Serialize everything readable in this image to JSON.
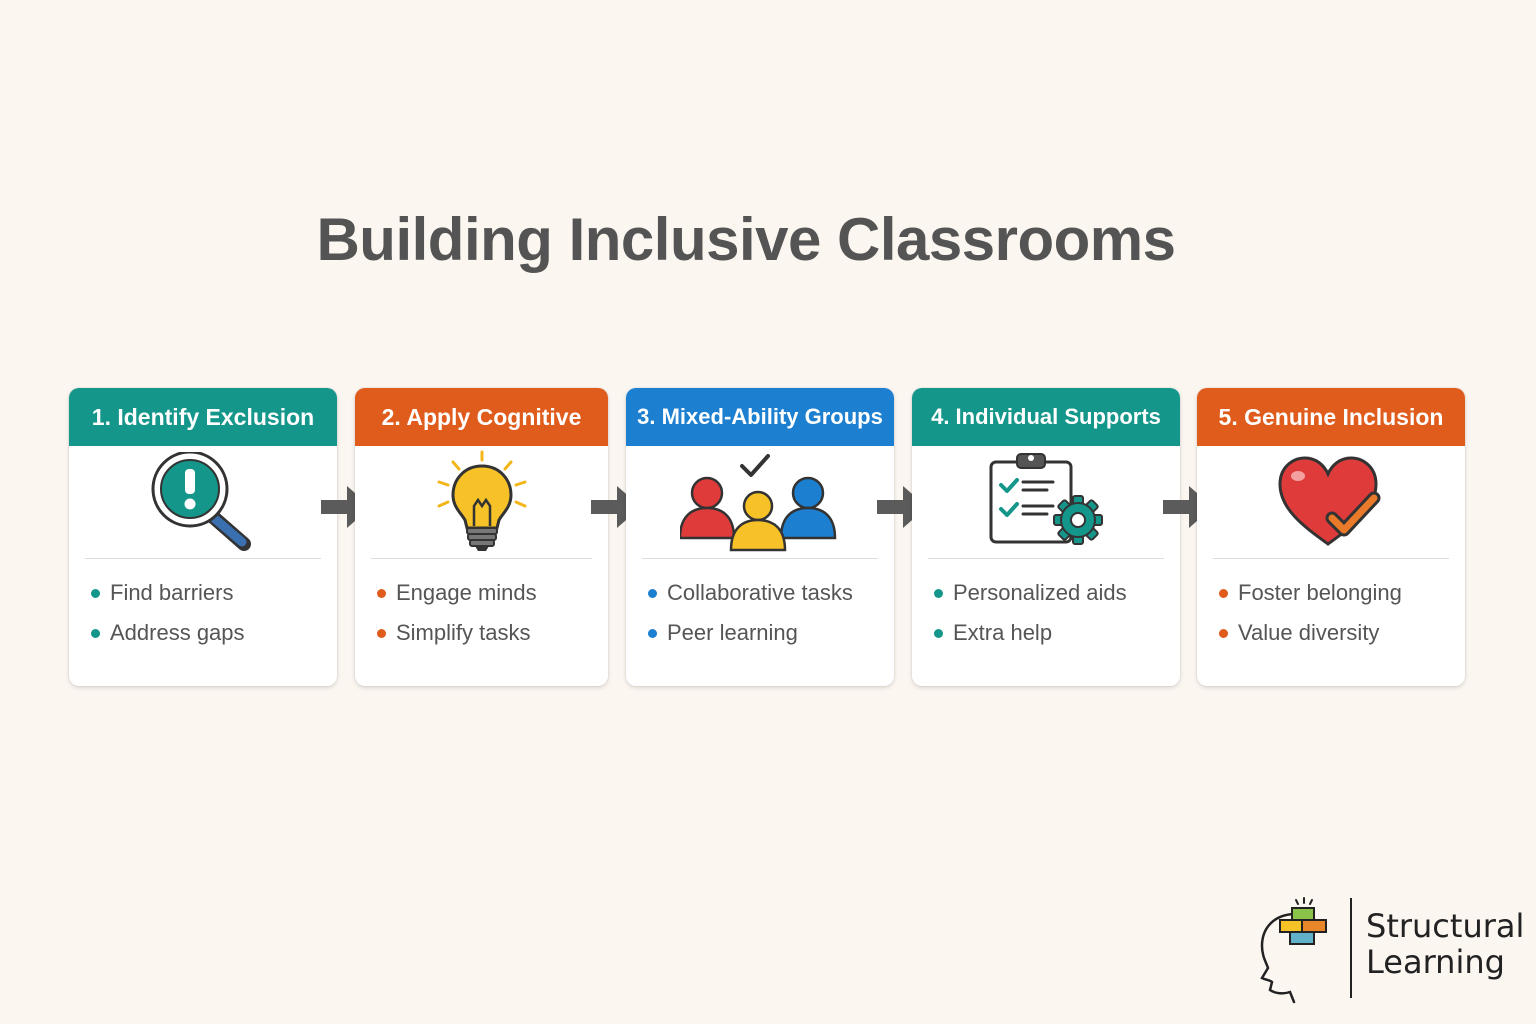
{
  "title": "Building Inclusive Classrooms",
  "colors": {
    "teal": "#14968a",
    "orange": "#e05c1c",
    "blue": "#1c7fd0",
    "arrow": "#5b5b5b"
  },
  "steps": [
    {
      "label": "1. Identify Exclusion",
      "color": "#14968a",
      "icon": "magnifier-exclamation-icon",
      "items": [
        "Find barriers",
        "Address gaps"
      ]
    },
    {
      "label": "2. Apply Cognitive",
      "color": "#e05c1c",
      "icon": "lightbulb-icon",
      "items": [
        "Engage minds",
        "Simplify tasks"
      ]
    },
    {
      "label": "3. Mixed-Ability Groups",
      "color": "#1c7fd0",
      "icon": "group-people-icon",
      "items": [
        "Collaborative tasks",
        "Peer learning"
      ]
    },
    {
      "label": "4. Individual Supports",
      "color": "#14968a",
      "icon": "checklist-gear-icon",
      "items": [
        "Personalized aids",
        "Extra help"
      ]
    },
    {
      "label": "5. Genuine Inclusion",
      "color": "#e05c1c",
      "icon": "heart-check-icon",
      "items": [
        "Foster belonging",
        "Value diversity"
      ]
    }
  ],
  "logo": {
    "line1": "Structural",
    "line2": "Learning"
  }
}
